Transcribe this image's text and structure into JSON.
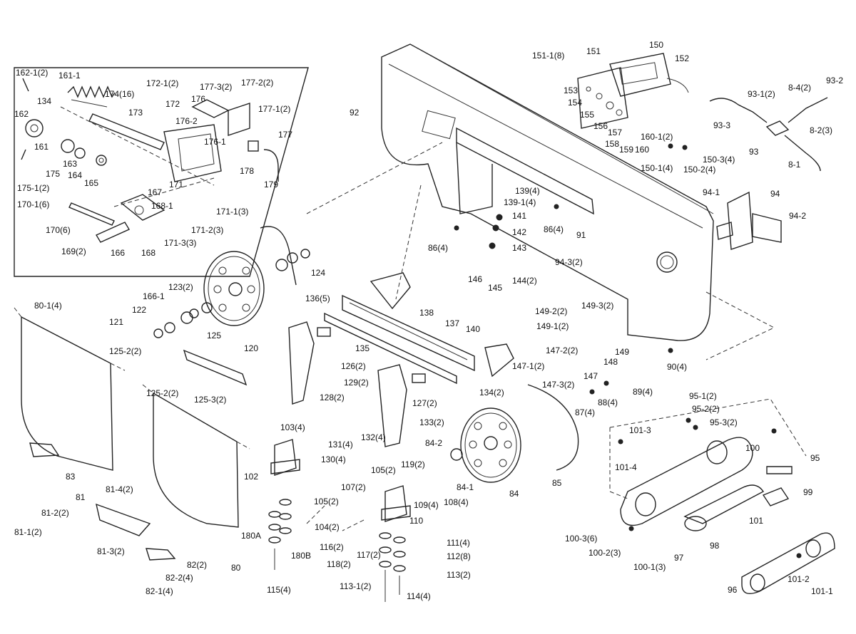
{
  "labels": [
    "162-1(2)",
    "161-1",
    "134",
    "162",
    "161",
    "174(16)",
    "173",
    "172-1(2)",
    "172",
    "177-3(2)",
    "177-2(2)",
    "177-1(2)",
    "176",
    "176-2",
    "176-1",
    "177",
    "178",
    "179",
    "175",
    "163",
    "164",
    "165",
    "175-1(2)",
    "171",
    "167",
    "168-1",
    "170-1(6)",
    "171-1(3)",
    "170(6)",
    "171-2(3)",
    "169(2)",
    "166",
    "168",
    "171-3(3)",
    "92",
    "151-1(8)",
    "151",
    "150",
    "152",
    "153",
    "154",
    "155",
    "156",
    "157",
    "158",
    "159",
    "160",
    "160-1(2)",
    "93-1(2)",
    "8-4(2)",
    "93-2",
    "93-3",
    "93",
    "8-2(3)",
    "8-1",
    "150-1(4)",
    "150-2(4)",
    "150-3(4)",
    "139(4)",
    "139-1(4)",
    "141",
    "142",
    "143",
    "86(4)",
    "91",
    "86(4)",
    "94-1",
    "94",
    "94-2",
    "144(2)",
    "145",
    "146",
    "94-3(2)",
    "124",
    "123(2)",
    "166-1",
    "122",
    "121",
    "120",
    "138",
    "136(5)",
    "137",
    "135",
    "140",
    "149-2(2)",
    "149-3(2)",
    "149-1(2)",
    "149",
    "147-2(2)",
    "147-1(2)",
    "147",
    "148",
    "147-3(2)",
    "90(4)",
    "89(4)",
    "88(4)",
    "87(4)",
    "80-1(4)",
    "125",
    "125-2(2)",
    "125-2(2)",
    "125-3(2)",
    "126(2)",
    "129(2)",
    "128(2)",
    "127(2)",
    "133(2)",
    "134(2)",
    "83",
    "103(4)",
    "131(4)",
    "132(4)",
    "130(4)",
    "84-2",
    "84-1",
    "84",
    "85",
    "105(2)",
    "119(2)",
    "107(2)",
    "109(4)",
    "108(4)",
    "102",
    "105(2)",
    "104(2)",
    "110",
    "81",
    "81-4(2)",
    "81-2(2)",
    "81-1(2)",
    "81-3(2)",
    "116(2)",
    "117(2)",
    "118(2)",
    "111(4)",
    "112(8)",
    "113(2)",
    "113-1(2)",
    "114(4)",
    "180A",
    "180B",
    "80",
    "115(4)",
    "82(2)",
    "82-2(4)",
    "82-1(4)",
    "95-1(2)",
    "95-2(2)",
    "95-3(2)",
    "95",
    "101-3",
    "100",
    "101-4",
    "99",
    "101",
    "98",
    "97",
    "100-3(6)",
    "100-2(3)",
    "100-1(3)",
    "96",
    "101-2",
    "101-1"
  ]
}
